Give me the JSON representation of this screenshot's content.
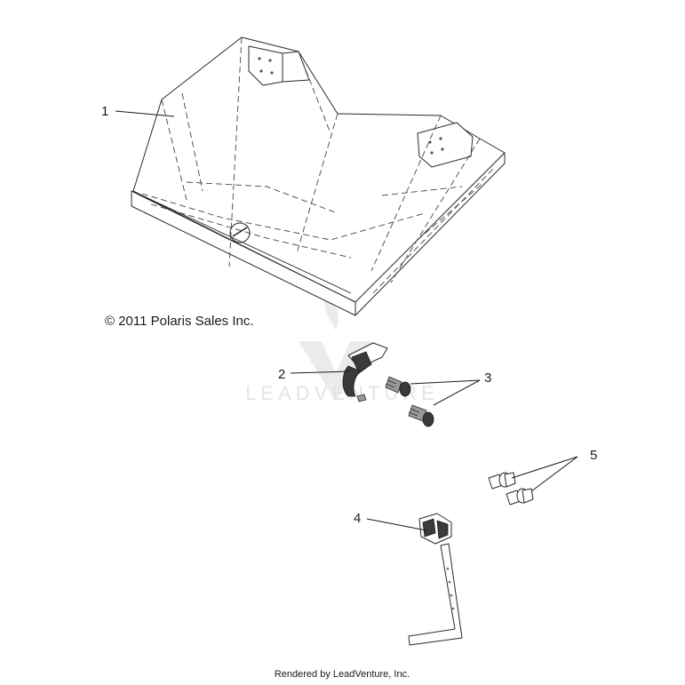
{
  "callouts": [
    "1",
    "2",
    "3",
    "4",
    "5"
  ],
  "copyright": "© 2011 Polaris Sales Inc.",
  "watermark": "LEADVENTURE",
  "footer": "Rendered by LeadVenture, Inc."
}
